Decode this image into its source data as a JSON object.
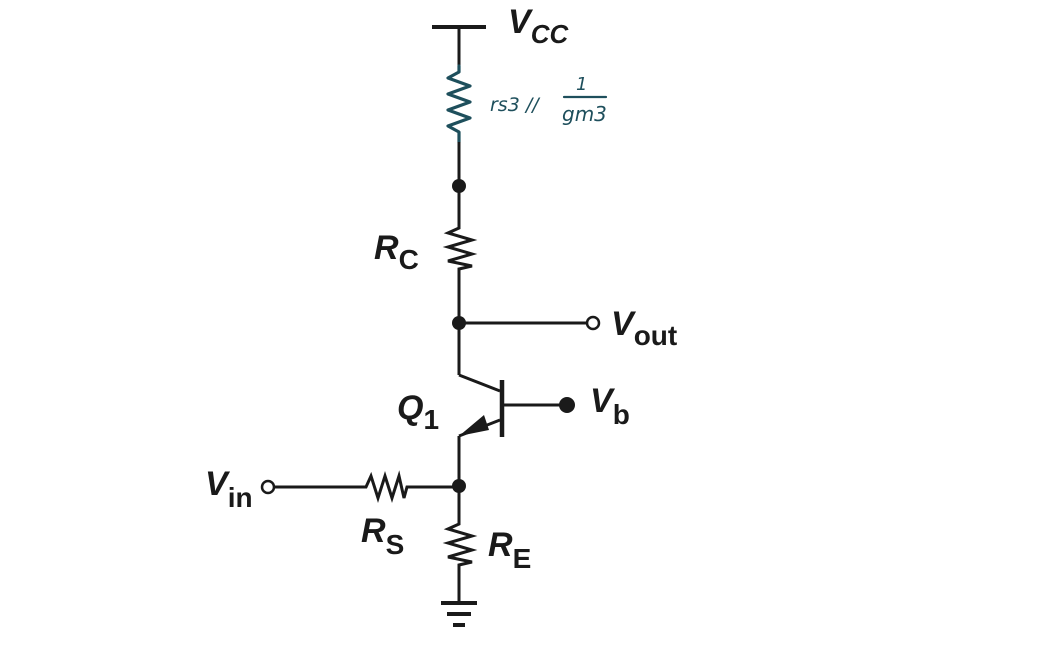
{
  "labels": {
    "vcc": {
      "main": "V",
      "sub": "CC"
    },
    "rc": {
      "main": "R",
      "sub": "C"
    },
    "vout": {
      "main": "V",
      "sub": "out"
    },
    "q1": {
      "main": "Q",
      "sub": "1"
    },
    "vb": {
      "main": "V",
      "sub": "b"
    },
    "vin": {
      "main": "V",
      "sub": "in"
    },
    "rs": {
      "main": "R",
      "sub": "S"
    },
    "re": {
      "main": "R",
      "sub": "E"
    }
  },
  "annotation": {
    "handwritten": "rs3 // 1/gm3",
    "left": "rs3 //",
    "numerator": "1",
    "denominator": "gm3"
  },
  "colors": {
    "ink": "#1a1a1a",
    "handwriting": "#1e4f5c",
    "background": "#ffffff"
  }
}
